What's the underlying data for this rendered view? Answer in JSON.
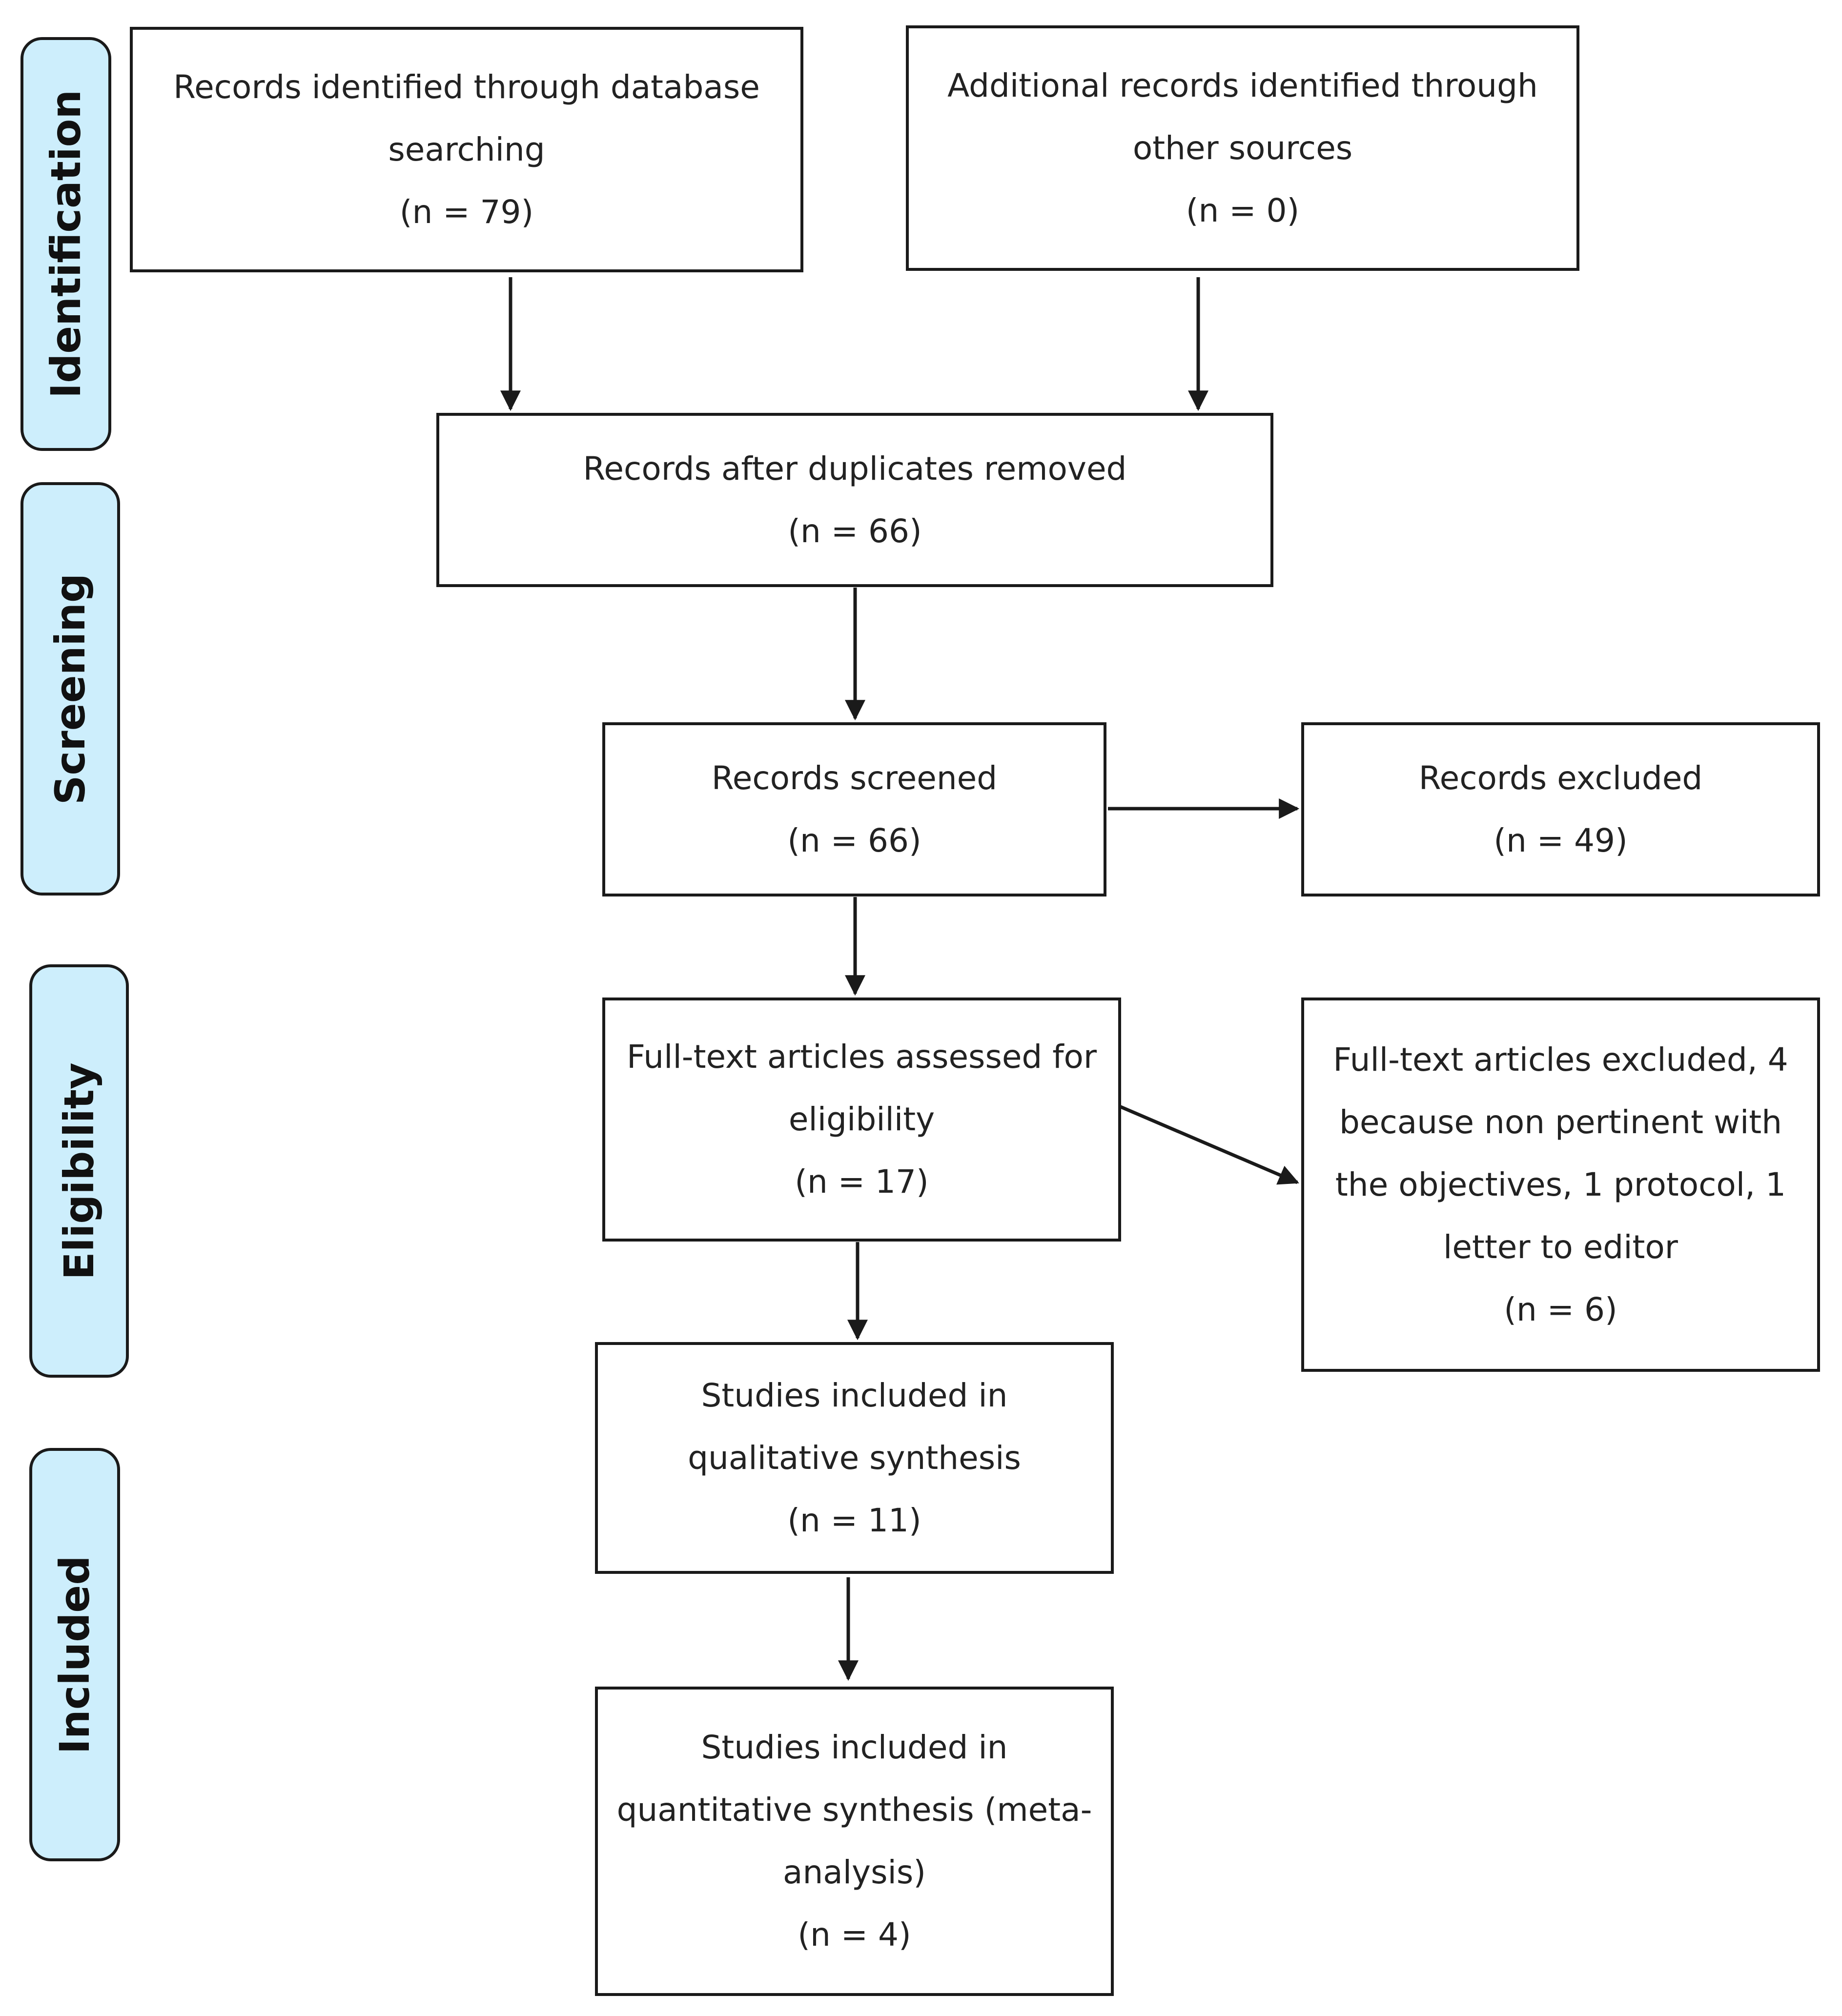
{
  "stages": [
    {
      "id": "identification",
      "label": "Identification"
    },
    {
      "id": "screening",
      "label": "Screening"
    },
    {
      "id": "eligibility",
      "label": "Eligibility"
    },
    {
      "id": "included",
      "label": "Included"
    }
  ],
  "boxes": {
    "database": {
      "lines": [
        "Records identified through database",
        "searching",
        "(n = 79)"
      ]
    },
    "other": {
      "lines": [
        "Additional records identified through",
        "other sources",
        "(n = 0)"
      ]
    },
    "duplicates": {
      "lines": [
        "Records after duplicates removed",
        "(n = 66)"
      ]
    },
    "screened": {
      "lines": [
        "Records screened",
        "(n = 66)"
      ]
    },
    "excluded": {
      "lines": [
        "Records excluded",
        "(n = 49)"
      ]
    },
    "fulltext": {
      "lines": [
        "Full-text articles assessed for",
        "eligibility",
        "(n = 17)"
      ]
    },
    "fulltext_excluded": {
      "lines": [
        "Full-text articles excluded, 4",
        "because non pertinent with",
        "the objectives, 1 protocol, 1",
        "letter to editor",
        "(n = 6)"
      ]
    },
    "qualitative": {
      "lines": [
        "Studies included in",
        "qualitative synthesis",
        "(n = 11)"
      ]
    },
    "quantitative": {
      "lines": [
        "Studies included in",
        "quantitative synthesis (meta-",
        "analysis)",
        "(n = 4)"
      ]
    }
  }
}
